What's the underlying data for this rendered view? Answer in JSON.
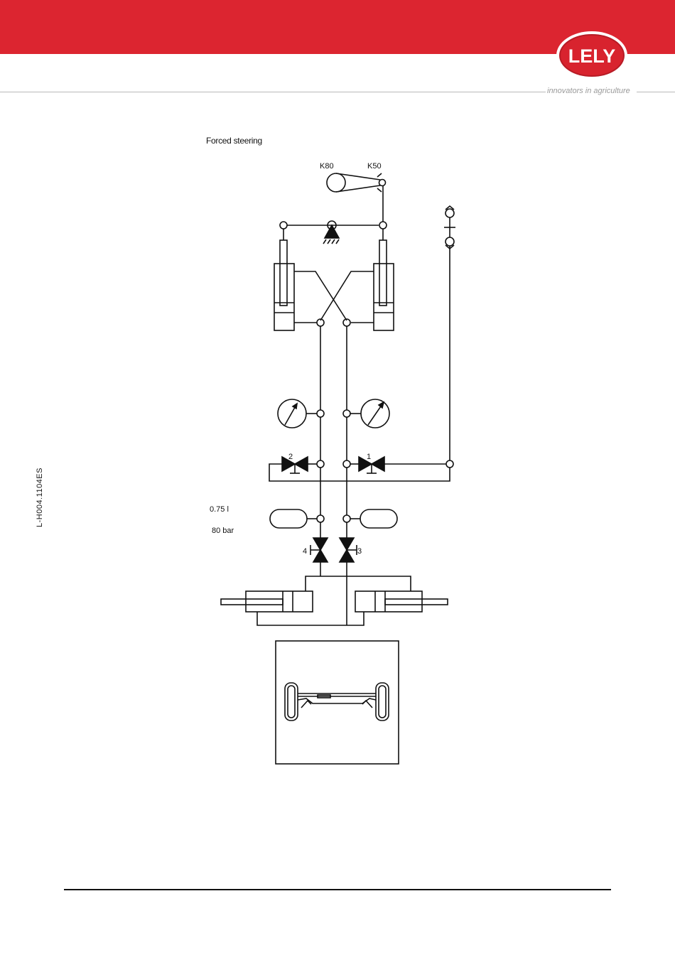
{
  "header": {
    "brand_color": "#dc2530",
    "logo_text": "LELY",
    "tagline": "innovators in agriculture"
  },
  "side": {
    "doc_code": "L-H004.1104ES"
  },
  "diagram": {
    "title": "Forced steering",
    "label_k80": "K80",
    "label_k50": "K50",
    "valve_1": "1",
    "valve_2": "2",
    "valve_3": "3",
    "valve_4": "4",
    "accumulator_volume": "0.75 l",
    "accumulator_pressure": "80 bar"
  }
}
